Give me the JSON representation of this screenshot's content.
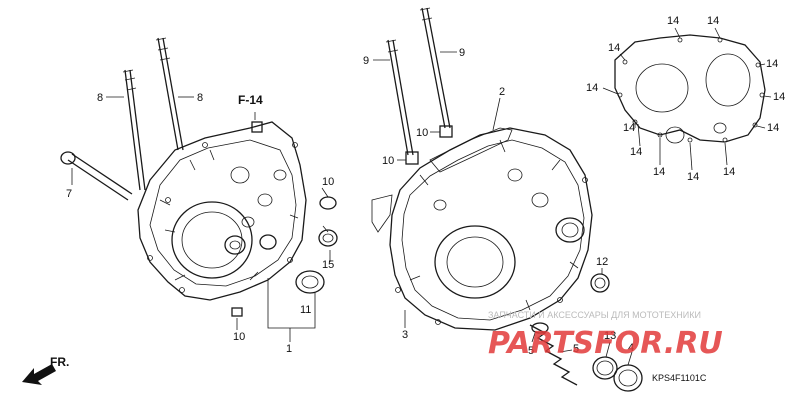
{
  "labels": {
    "l1": "1",
    "l2": "2",
    "l3": "3",
    "l4": "4",
    "l5a": "5",
    "l5b": "5",
    "l7": "7",
    "l8a": "8",
    "l8b": "8",
    "l9a": "9",
    "l9b": "9",
    "l10a": "10",
    "l10b": "10",
    "l10c": "10",
    "l10d": "10",
    "l11": "11",
    "l12": "12",
    "l13": "13",
    "l15": "15",
    "f14": "F-14",
    "g1": "14",
    "g2": "14",
    "g3": "14",
    "g4": "14",
    "g5": "14",
    "g6": "14",
    "g7": "14",
    "g8": "14",
    "g9": "14",
    "g10": "14",
    "g11": "14",
    "g12": "14"
  },
  "front_arrow": "FR.",
  "diagram_code": "KPS4F1101C",
  "watermark": {
    "brand": "PARTSFOR.RU",
    "tagline": "ЗАПЧАСТИ И АКСЕССУАРЫ ДЛЯ МОТОТЕХНИКИ",
    "color": "#e23a3a"
  }
}
